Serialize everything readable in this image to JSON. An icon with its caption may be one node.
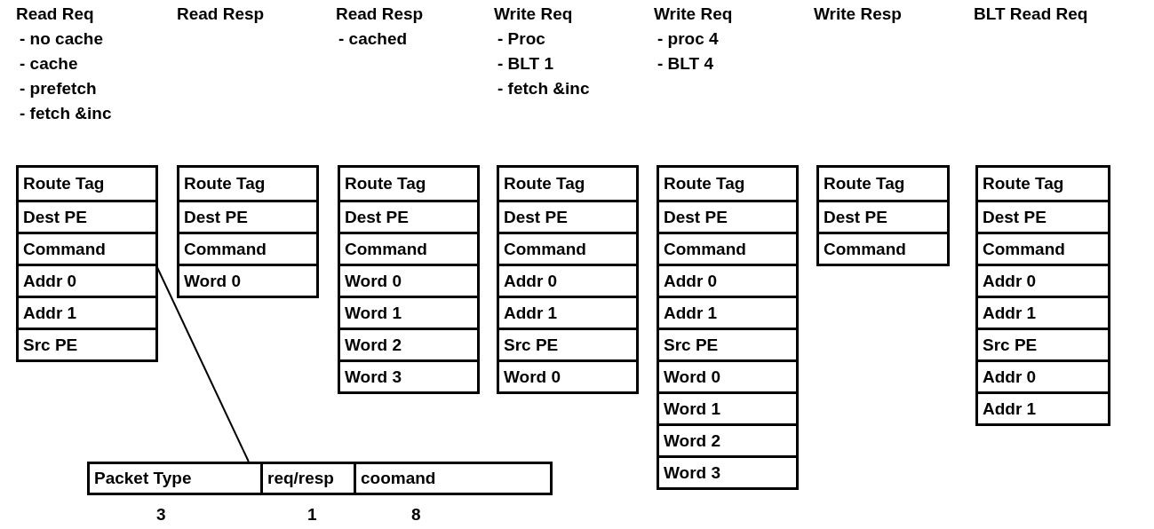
{
  "diagram": {
    "nodes": [
      {
        "text": [],
        "shape": "box"
      },
      {
        "text": [
          "Route Tag"
        ],
        "in": 0
      },
      {
        "text": [
          "Dest PE"
        ],
        "in": 0
      },
      {
        "text": [
          "Command"
        ],
        "in": 0
      },
      {
        "text": [
          "Addr 0"
        ],
        "in": 0
      },
      {
        "text": [
          "Addr 1"
        ],
        "in": 0
      },
      {
        "text": [
          "Src PE"
        ],
        "in": 0
      },
      {
        "text": [],
        "shape": "box"
      },
      {
        "text": [
          "Route Tag"
        ],
        "in": 7
      },
      {
        "text": [
          "Dest PE"
        ],
        "in": 7
      },
      {
        "text": [
          "Command"
        ],
        "in": 7
      },
      {
        "text": [
          "Word 0"
        ],
        "in": 7
      },
      {
        "text": [],
        "shape": "box"
      },
      {
        "text": [
          "Route Tag"
        ],
        "in": 12
      },
      {
        "text": [
          "Dest PE"
        ],
        "in": 12
      },
      {
        "text": [
          "Command"
        ],
        "in": 12
      },
      {
        "text": [
          "Word 0"
        ],
        "in": 12
      },
      {
        "text": [
          "Word 1"
        ],
        "in": 12
      },
      {
        "text": [
          "Word 2"
        ],
        "in": 12
      },
      {
        "text": [
          "Word 3"
        ],
        "in": 12
      },
      {
        "text": [],
        "shape": "box"
      },
      {
        "text": [
          "Route Tag"
        ],
        "in": 20
      },
      {
        "text": [
          "Dest PE"
        ],
        "in": 20
      },
      {
        "text": [
          "Command"
        ],
        "in": 20
      },
      {
        "text": [
          "Addr 0"
        ],
        "in": 20
      },
      {
        "text": [
          "Addr 1"
        ],
        "in": 20
      },
      {
        "text": [
          "Src PE"
        ],
        "in": 20
      },
      {
        "text": [
          "Word 0"
        ],
        "in": 20
      },
      {
        "text": [],
        "shape": "box"
      },
      {
        "text": [
          "Route Tag"
        ],
        "in": 28
      },
      {
        "text": [
          "Dest PE"
        ],
        "in": 28
      },
      {
        "text": [
          "Command"
        ],
        "in": 28
      },
      {
        "text": [
          "Addr 0"
        ],
        "in": 28
      },
      {
        "text": [
          "Addr 1"
        ],
        "in": 28
      },
      {
        "text": [
          "Src PE"
        ],
        "in": 28
      },
      {
        "text": [
          "Word 0"
        ],
        "in": 28
      },
      {
        "text": [
          "Word 1"
        ],
        "in": 28
      },
      {
        "text": [
          "Word 2"
        ],
        "in": 28
      },
      {
        "text": [
          "Word 3"
        ],
        "in": 28
      },
      {
        "text": [],
        "shape": "box"
      },
      {
        "text": [
          "Route Tag"
        ],
        "in": 39
      },
      {
        "text": [
          "Dest PE"
        ],
        "in": 39
      },
      {
        "text": [
          "Command"
        ],
        "in": 39
      },
      {
        "text": [],
        "shape": "box"
      },
      {
        "text": [
          "Route Tag"
        ],
        "in": 43
      },
      {
        "text": [
          "Dest PE"
        ],
        "in": 43
      },
      {
        "text": [
          "Command"
        ],
        "in": 43
      },
      {
        "text": [
          "Addr 0"
        ],
        "in": 43
      },
      {
        "text": [
          "Addr 1"
        ],
        "in": 43
      },
      {
        "text": [
          "Src PE"
        ],
        "in": 43
      },
      {
        "text": [
          "Addr 0"
        ],
        "in": 43
      },
      {
        "text": [
          "Addr 1"
        ],
        "in": 43
      },
      {
        "text": [],
        "shape": "box"
      },
      {
        "text": [
          "Packet Type"
        ],
        "in": 52,
        "beside": [
          "3"
        ]
      },
      {
        "text": [
          "req/resp"
        ],
        "in": 52,
        "beside": [
          "1"
        ]
      },
      {
        "text": [
          "coomand"
        ],
        "in": 52,
        "beside": [
          "8"
        ]
      }
    ],
    "edges": [
      {
        "from": 3,
        "to": 52,
        "arrow": "none"
      }
    ],
    "labels": [
      "Read Req",
      "Read Resp",
      "Read Resp",
      "Write Req",
      "Write Req",
      "Write Resp",
      "BLT Read Req",
      "- no cache",
      "- cached",
      "- Proc",
      "- proc 4",
      "- cache",
      "- BLT 1",
      "- BLT 4",
      "- prefetch",
      "- fetch &inc",
      "- fetch &inc"
    ]
  }
}
